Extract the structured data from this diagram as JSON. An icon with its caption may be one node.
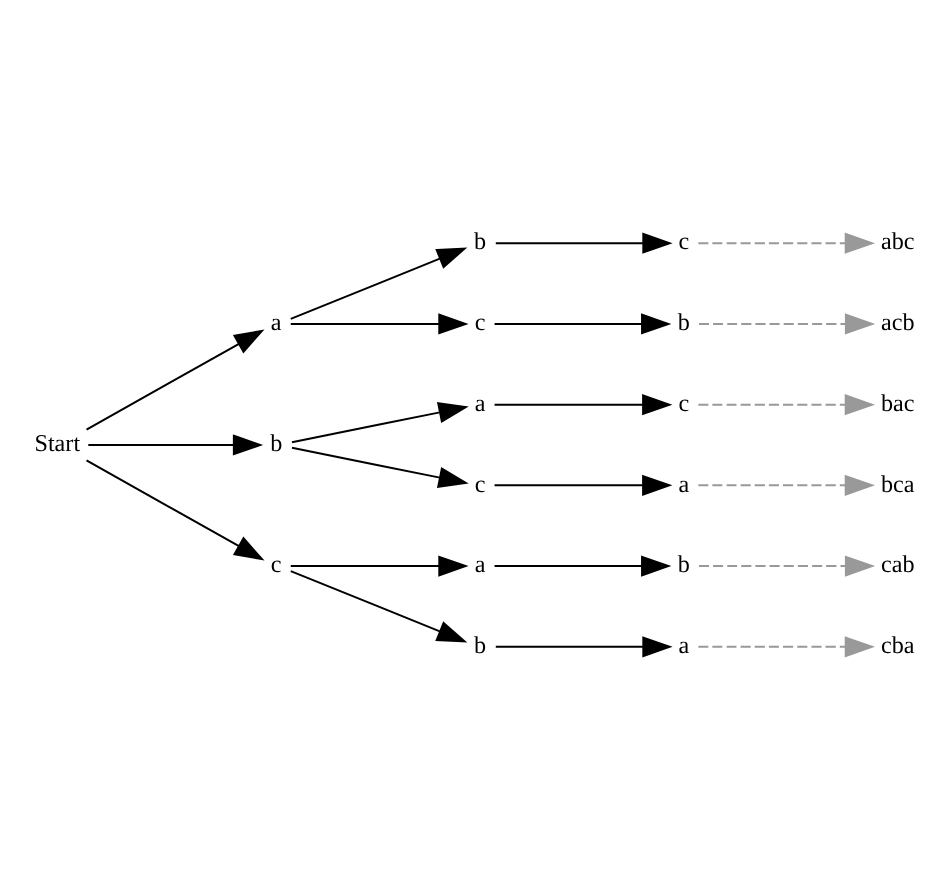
{
  "diagram": {
    "nodes": [
      {
        "text": [
          "Start"
        ]
      },
      {
        "text": [
          "a"
        ]
      },
      {
        "text": [
          "b"
        ]
      },
      {
        "text": [
          "c"
        ]
      },
      {
        "text": [
          "b"
        ]
      },
      {
        "text": [
          "c"
        ]
      },
      {
        "text": [
          "a"
        ]
      },
      {
        "text": [
          "c"
        ]
      },
      {
        "text": [
          "a"
        ]
      },
      {
        "text": [
          "b"
        ]
      },
      {
        "text": [
          "c"
        ]
      },
      {
        "text": [
          "b"
        ]
      },
      {
        "text": [
          "c"
        ]
      },
      {
        "text": [
          "a"
        ]
      },
      {
        "text": [
          "b"
        ]
      },
      {
        "text": [
          "a"
        ]
      },
      {
        "text": [
          "abc"
        ]
      },
      {
        "text": [
          "acb"
        ]
      },
      {
        "text": [
          "bac"
        ]
      },
      {
        "text": [
          "bca"
        ]
      },
      {
        "text": [
          "cab"
        ]
      },
      {
        "text": [
          "cba"
        ]
      }
    ],
    "edges": [
      {
        "from": 0,
        "to": 1,
        "arrow": "to"
      },
      {
        "from": 0,
        "to": 2,
        "arrow": "to"
      },
      {
        "from": 0,
        "to": 3,
        "arrow": "to"
      },
      {
        "from": 1,
        "to": 4,
        "arrow": "to"
      },
      {
        "from": 1,
        "to": 5,
        "arrow": "to"
      },
      {
        "from": 2,
        "to": 6,
        "arrow": "to"
      },
      {
        "from": 2,
        "to": 7,
        "arrow": "to"
      },
      {
        "from": 3,
        "to": 8,
        "arrow": "to"
      },
      {
        "from": 3,
        "to": 9,
        "arrow": "to"
      },
      {
        "from": 4,
        "to": 10,
        "arrow": "to"
      },
      {
        "from": 5,
        "to": 11,
        "arrow": "to"
      },
      {
        "from": 6,
        "to": 12,
        "arrow": "to"
      },
      {
        "from": 7,
        "to": 13,
        "arrow": "to"
      },
      {
        "from": 8,
        "to": 14,
        "arrow": "to"
      },
      {
        "from": 9,
        "to": 15,
        "arrow": "to"
      },
      {
        "from": 10,
        "to": 16,
        "arrow": "to",
        "style": "dashed",
        "color": "#999999"
      },
      {
        "from": 11,
        "to": 17,
        "arrow": "to",
        "style": "dashed",
        "color": "#999999"
      },
      {
        "from": 12,
        "to": 18,
        "arrow": "to",
        "style": "dashed",
        "color": "#999999"
      },
      {
        "from": 13,
        "to": 19,
        "arrow": "to",
        "style": "dashed",
        "color": "#999999"
      },
      {
        "from": 14,
        "to": 20,
        "arrow": "to",
        "style": "dashed",
        "color": "#999999"
      },
      {
        "from": 15,
        "to": 21,
        "arrow": "to",
        "style": "dashed",
        "color": "#999999"
      }
    ]
  }
}
